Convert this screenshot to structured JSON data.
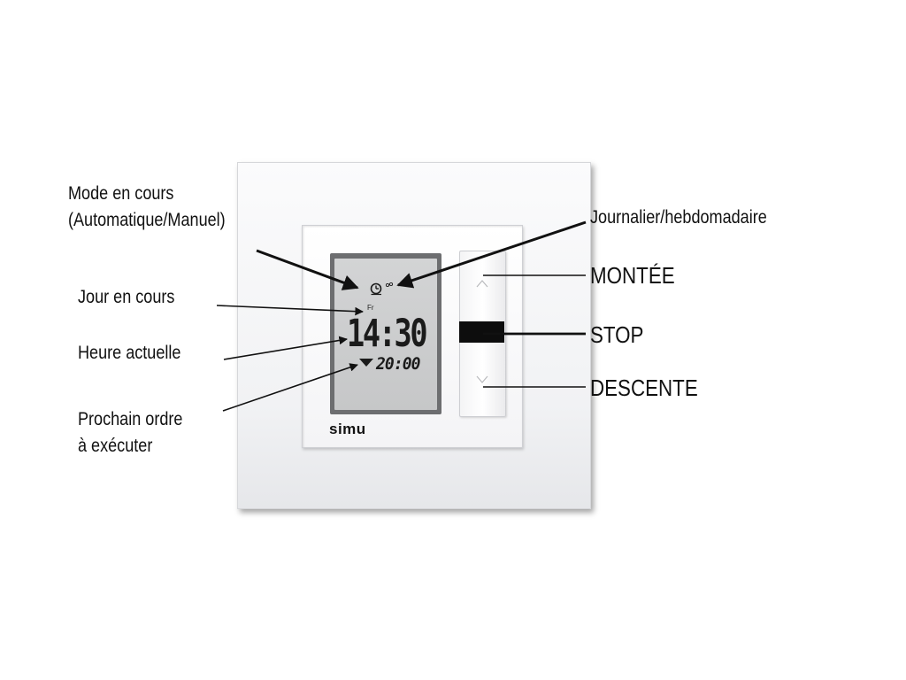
{
  "device": {
    "brand": "simu",
    "display": {
      "day": "Fr",
      "time": "14:30",
      "next_order_time": "20:00"
    },
    "key": {
      "up_icon": "chevron-up-icon",
      "stop": "stop-bar",
      "down_icon": "chevron-down-icon"
    }
  },
  "labels": {
    "mode_line1": "Mode en cours",
    "mode_line2": "(Automatique/Manuel)",
    "jour": "Jour en cours",
    "heure": "Heure actuelle",
    "prochain_line1": "Prochain ordre",
    "prochain_line2": "à exécuter",
    "journalier": "Journalier/hebdomadaire",
    "montee": "MONTÉE",
    "stop": "STOP",
    "descente": "DESCENTE"
  }
}
